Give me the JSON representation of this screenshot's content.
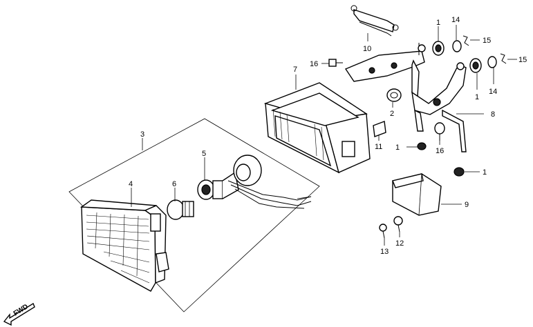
{
  "callouts": {
    "c1a": "1",
    "c1b": "1",
    "c1c": "1",
    "c1d": "1",
    "c2": "2",
    "c3": "3",
    "c4": "4",
    "c5": "5",
    "c6": "6",
    "c7": "7",
    "c8": "8",
    "c9": "9",
    "c10": "10",
    "c11": "11",
    "c12": "12",
    "c13": "13",
    "c14a": "14",
    "c14b": "14",
    "c15a": "15",
    "c15b": "15",
    "c16a": "16",
    "c16b": "16"
  },
  "direction_label": "FWD"
}
